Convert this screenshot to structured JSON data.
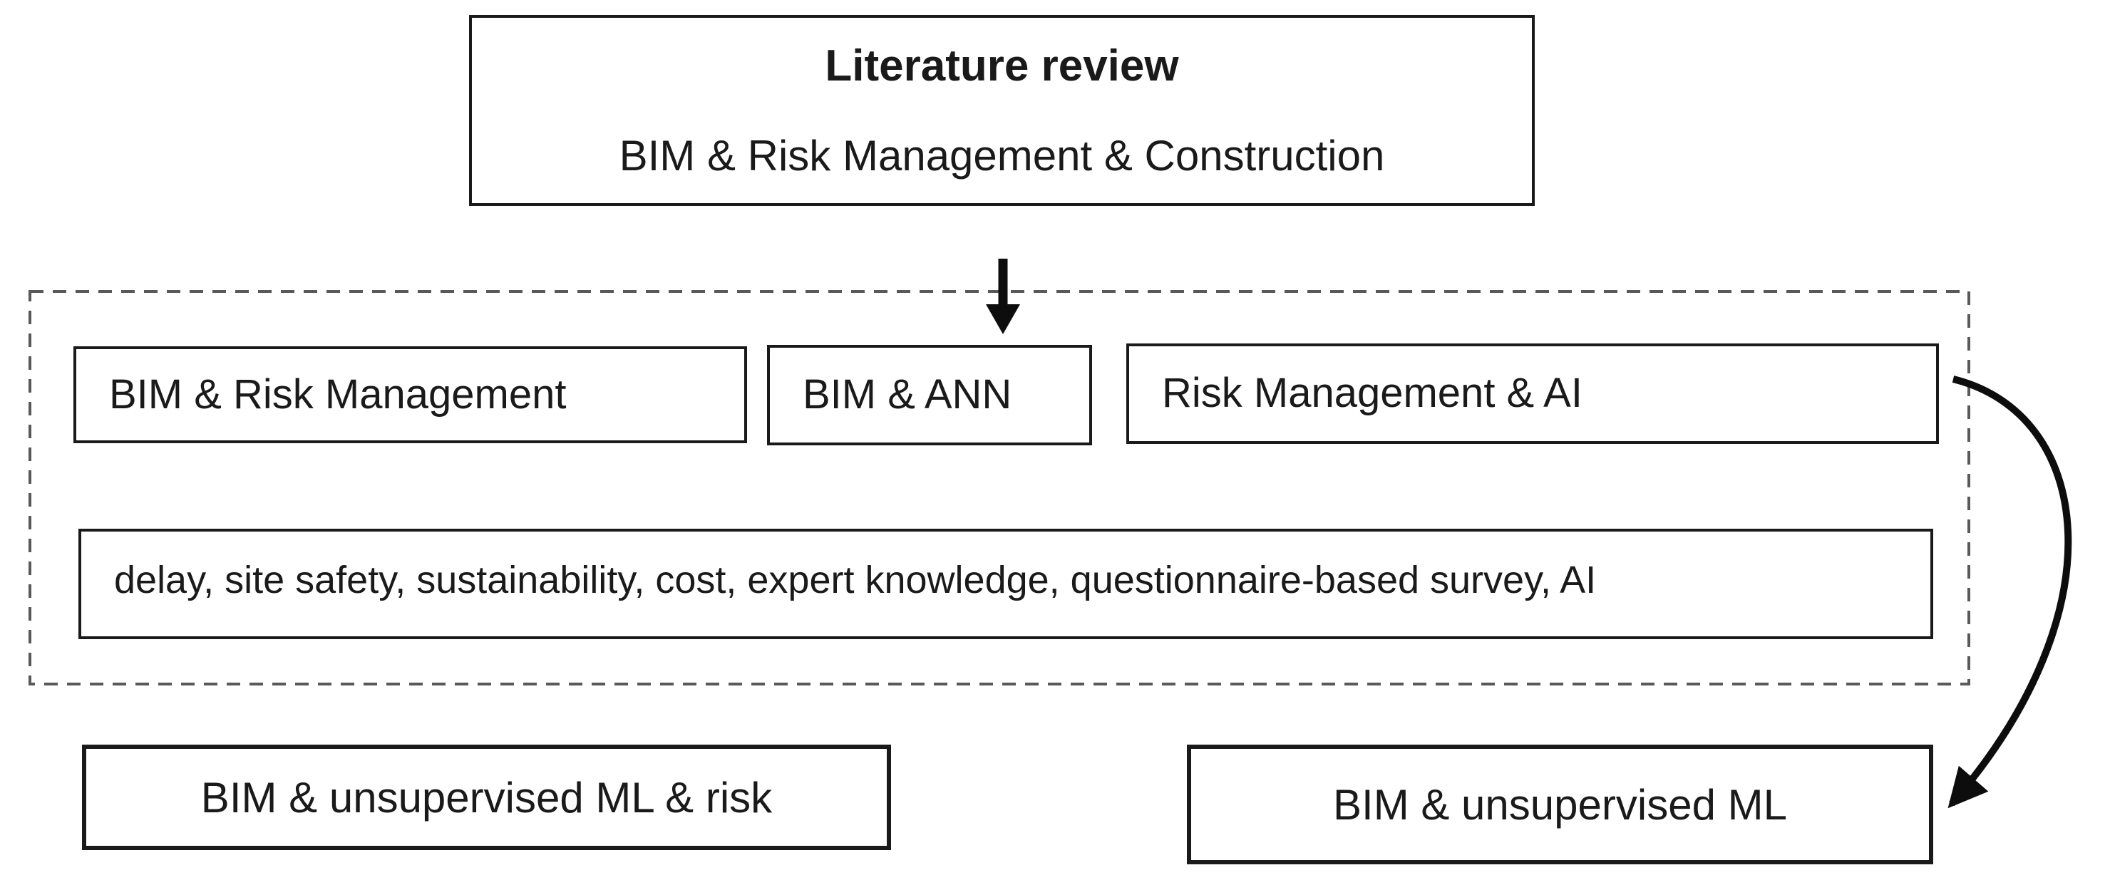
{
  "diagram": {
    "top_box": {
      "title": "Literature review",
      "subtitle": "BIM & Risk Management & Construction"
    },
    "search_group": {
      "boxes": [
        "BIM & Risk Management",
        "BIM & ANN",
        "Risk Management & AI"
      ],
      "keywords": "delay, site safety, sustainability, cost, expert knowledge, questionnaire-based survey, AI"
    },
    "result_boxes": [
      "BIM & unsupervised ML & risk",
      "BIM & unsupervised ML"
    ],
    "icons": {
      "down_arrow": "down-arrow",
      "curved_arrow": "curved-right-arrow"
    },
    "colors": {
      "box_border": "#1a1a1a",
      "dashed_border": "#595959",
      "arrow": "#0d0d0d",
      "text": "#1a1a1a",
      "background": "#ffffff"
    }
  }
}
